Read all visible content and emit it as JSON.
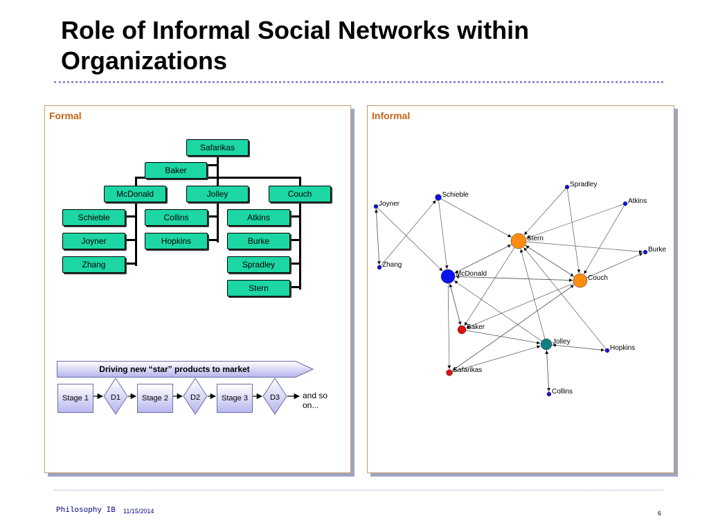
{
  "title": "Role of Informal Social Networks within Organizations",
  "formal": {
    "label": "Formal",
    "org": {
      "ceo": "Safarikas",
      "assistant": "Baker",
      "managers": [
        "McDonald",
        "Jolley",
        "Couch"
      ],
      "mcdonald_reports": [
        "Schieble",
        "Joyner",
        "Zhang"
      ],
      "jolley_reports": [
        "Collins",
        "Hopkins"
      ],
      "couch_reports": [
        "Atkins",
        "Burke",
        "Spradley",
        "Stern"
      ]
    },
    "banner": "Driving new “star” products to market",
    "process": [
      "Stage 1",
      "D1",
      "Stage 2",
      "D2",
      "Stage 3",
      "D3"
    ],
    "process_end": "and so on..."
  },
  "informal": {
    "label": "Informal",
    "nodes": {
      "joyner": {
        "label": "Joyner",
        "color": "#1010e0"
      },
      "schieble": {
        "label": "Schieble",
        "color": "#1010e0"
      },
      "spradley": {
        "label": "Spradley",
        "color": "#1010e0"
      },
      "atkins": {
        "label": "Atkins",
        "color": "#1010e0"
      },
      "zhang": {
        "label": "Zhang",
        "color": "#1010e0"
      },
      "stern": {
        "label": "Stern",
        "color": "#ff8c10"
      },
      "burke": {
        "label": "Burke",
        "color": "#1010e0"
      },
      "mcdonald": {
        "label": "McDonald",
        "color": "#0a14f0"
      },
      "couch": {
        "label": "Couch",
        "color": "#ff8c10"
      },
      "baker": {
        "label": "Baker",
        "color": "#e01010"
      },
      "jolley": {
        "label": "Jolley",
        "color": "#108080"
      },
      "hopkins": {
        "label": "Hopkins",
        "color": "#1010e0"
      },
      "safarikas": {
        "label": "Safarikas",
        "color": "#e01010"
      },
      "collins": {
        "label": "Collins",
        "color": "#1010e0"
      }
    }
  },
  "footer": {
    "left": "Philosophy IB",
    "date": "11/15/2014",
    "page": "6"
  }
}
